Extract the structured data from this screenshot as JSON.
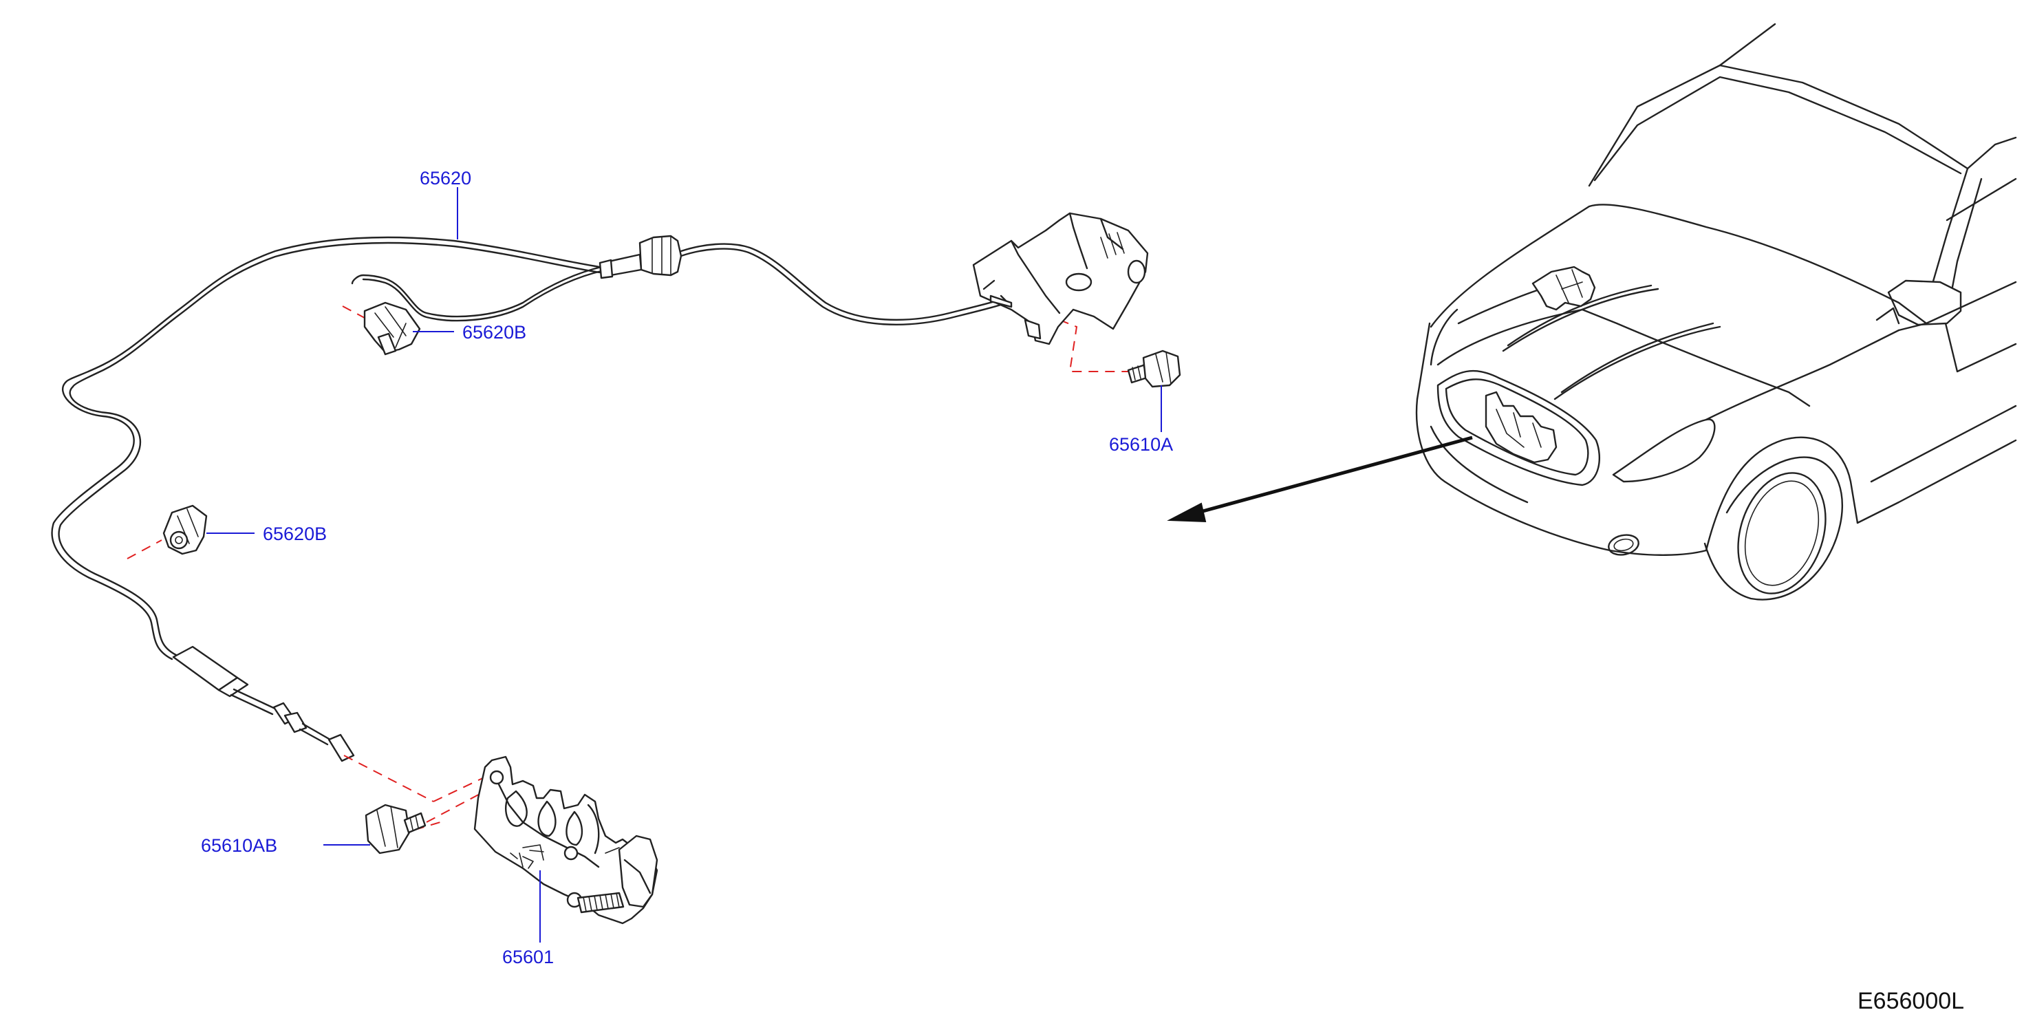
{
  "labels": {
    "cable": "65620",
    "clip_upper": "65620B",
    "clip_lower": "65620B",
    "bolt_handle": "65610A",
    "bolt_lock": "65610AB",
    "hood_lock": "65601"
  },
  "diagram_id": "E656000L",
  "colors": {
    "label_text": "#1a1ad6",
    "line_art": "#222222",
    "install_dash": "#e02020"
  }
}
